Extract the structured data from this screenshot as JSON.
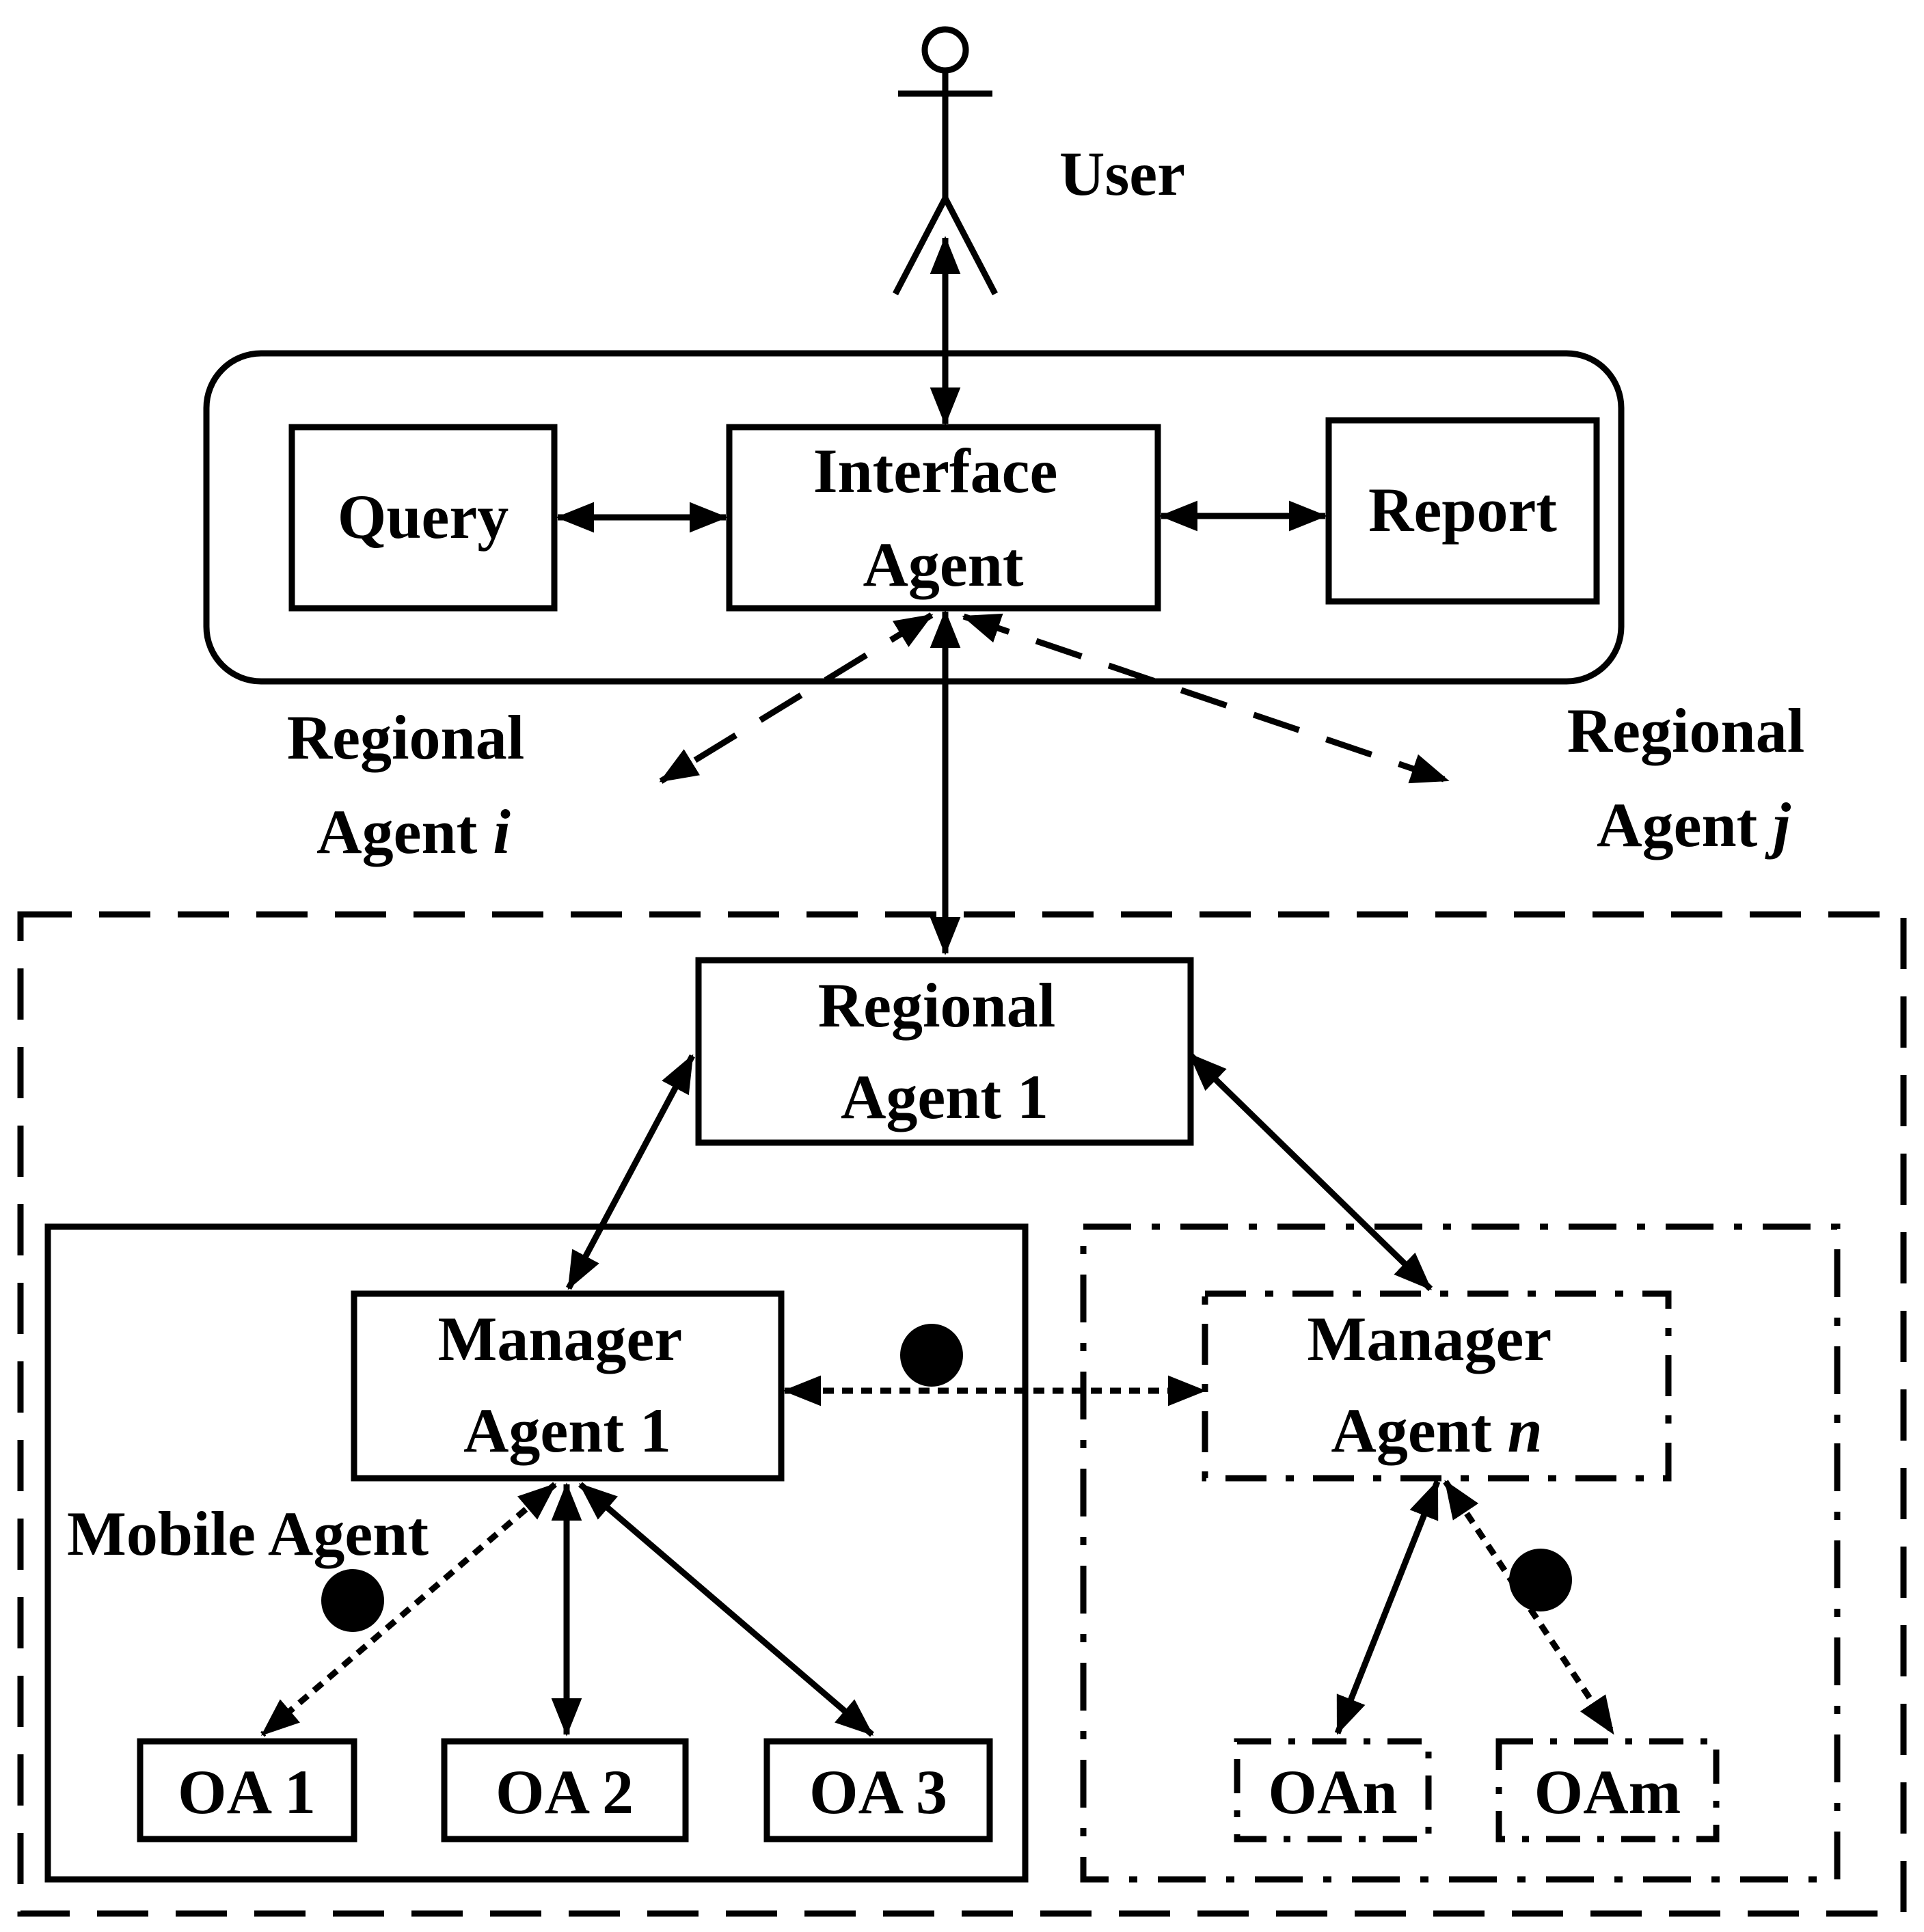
{
  "actor": {
    "label": "User",
    "icon": "stick-figure-actor-icon"
  },
  "interface_group": {
    "query": "Query",
    "interface_agent": [
      "Interface",
      "Agent"
    ],
    "report": "Report"
  },
  "regional_agent_i": {
    "line1": "Regional",
    "line2": "Agent ",
    "index": "i"
  },
  "regional_agent_j": {
    "line1": "Regional",
    "line2": "Agent ",
    "index": "j"
  },
  "regional_agent_1": [
    "Regional",
    "Agent 1"
  ],
  "manager_agent_1": [
    "Manager",
    "Agent 1"
  ],
  "manager_agent_n": {
    "line1": "Manager",
    "line2": "Agent ",
    "index": "n"
  },
  "mobile_agent_label": "Mobile Agent",
  "mobile_agent_icon": "filled-circle-icon",
  "operation_agents": [
    "OA 1",
    "OA 2",
    "OA 3"
  ],
  "remote_operation_agents": [
    "OAn",
    "OAm"
  ]
}
